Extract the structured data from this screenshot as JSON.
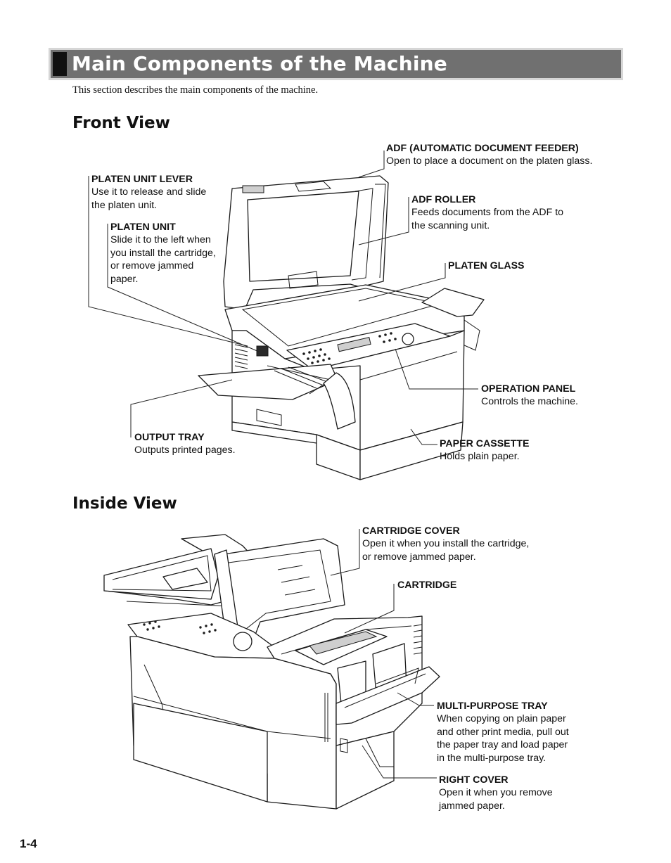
{
  "page": {
    "title": "Main Components of the Machine",
    "intro": "This section describes the main components of the machine.",
    "page_number": "1-4"
  },
  "front_view": {
    "heading": "Front View",
    "labels": [
      {
        "title": "ADF (AUTOMATIC DOCUMENT FEEDER)",
        "desc": "Open to place a document on the platen glass."
      },
      {
        "title": "PLATEN UNIT LEVER",
        "desc": "Use it to release and slide\nthe platen unit."
      },
      {
        "title": "ADF ROLLER",
        "desc": "Feeds documents from the ADF to\nthe scanning unit."
      },
      {
        "title": "PLATEN UNIT",
        "desc": "Slide it to the left when\nyou install the cartridge,\nor remove jammed\npaper."
      },
      {
        "title": "PLATEN GLASS",
        "desc": ""
      },
      {
        "title": "OPERATION PANEL",
        "desc": "Controls the machine."
      },
      {
        "title": "OUTPUT TRAY",
        "desc": "Outputs printed pages."
      },
      {
        "title": "PAPER CASSETTE",
        "desc": "Holds plain paper."
      }
    ]
  },
  "inside_view": {
    "heading": "Inside View",
    "labels": [
      {
        "title": "CARTRIDGE COVER",
        "desc": "Open it when you install the cartridge,\nor remove jammed paper."
      },
      {
        "title": "CARTRIDGE",
        "desc": ""
      },
      {
        "title": "MULTI-PURPOSE TRAY",
        "desc": "When copying on plain paper\nand other print media, pull out\nthe paper tray and load paper\nin the multi-purpose tray."
      },
      {
        "title": "RIGHT COVER",
        "desc": "Open it when you remove\njammed paper."
      }
    ]
  }
}
